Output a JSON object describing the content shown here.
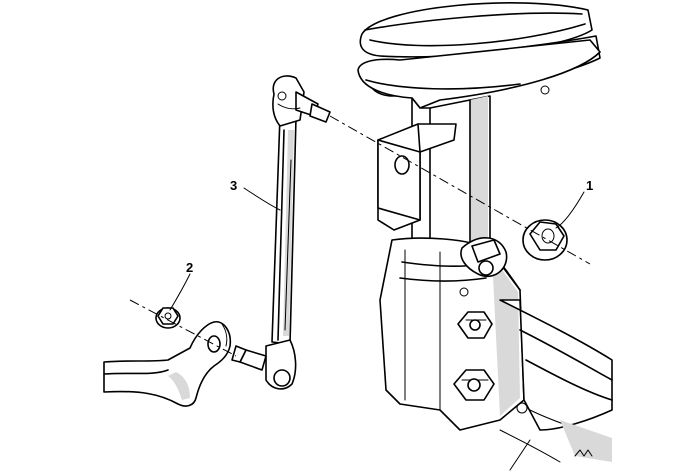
{
  "callouts": [
    {
      "id": "1",
      "label": "1"
    },
    {
      "id": "2",
      "label": "2"
    },
    {
      "id": "3",
      "label": "3"
    }
  ],
  "colors": {
    "line": "#000000",
    "background": "#ffffff",
    "shading": "#d9d9d9"
  }
}
